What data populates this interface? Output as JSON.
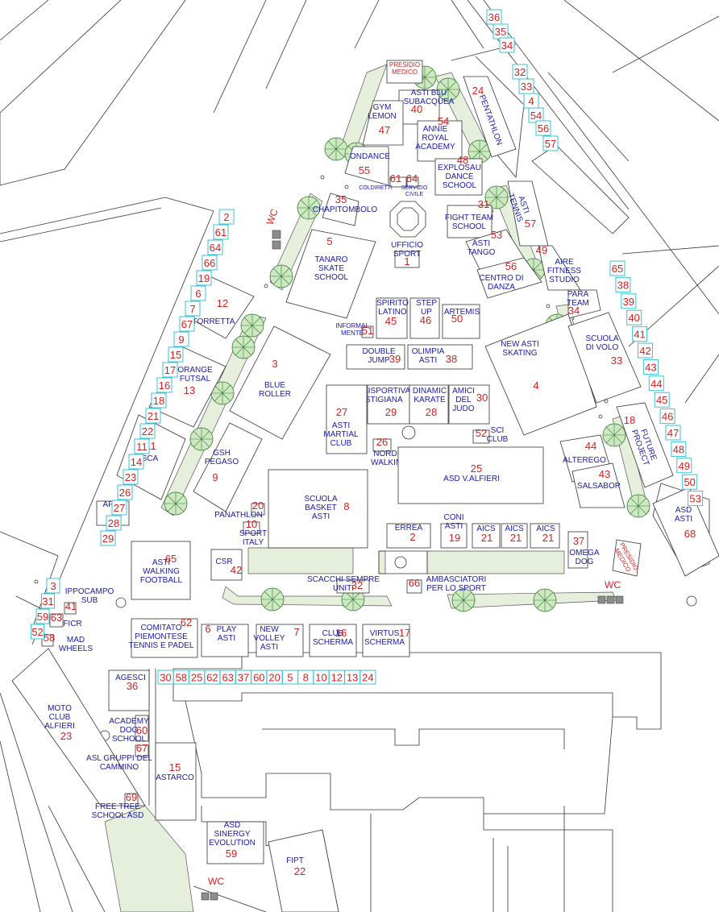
{
  "colors": {
    "name": "#1a1aa6",
    "num": "#d61f1f",
    "outline": "#333333",
    "stall": "#39c3d6",
    "green": "#e6efdc",
    "tree": "#2f7d32",
    "wc": "#8c8c8c"
  },
  "wc_label": "WC",
  "areas": [
    {
      "key": "presidio-top",
      "name": "PRESIDIO MEDICO",
      "num": ""
    },
    {
      "key": "asti-blu",
      "name": "ASTI BLU SUBACQUEA",
      "num": "40"
    },
    {
      "key": "pentathlon",
      "name": "PENTATHLON",
      "num": "24"
    },
    {
      "key": "gym-lemon",
      "name": "GYM LEMON",
      "num": "47"
    },
    {
      "key": "annie",
      "name": "ANNIE ROYAL ACADEMY",
      "num": "54"
    },
    {
      "key": "ondance",
      "name": "ONDANCE",
      "num": "55"
    },
    {
      "key": "explosau",
      "name": "EXPLOSAU DANCE SCHOOL",
      "num": "48"
    },
    {
      "key": "coldiretti",
      "name": "COLDIRETTI",
      "num": "61"
    },
    {
      "key": "servizio-civile",
      "name": "SERVIZIO CIVILE",
      "num": "64"
    },
    {
      "key": "chapitombolo",
      "name": "CHAPITOMBOLO",
      "num": "35"
    },
    {
      "key": "asti-tennis",
      "name": "ASTI TENNIS",
      "num": "57"
    },
    {
      "key": "fight-team",
      "name": "FIGHT TEAM SCHOOL",
      "num": "31"
    },
    {
      "key": "ufficio-sport",
      "name": "UFFICIO SPORT",
      "num": "1"
    },
    {
      "key": "tanaro",
      "name": "TANARO SKATE SCHOOL",
      "num": "5"
    },
    {
      "key": "asti-tango",
      "name": "ASTI TANGO",
      "num": "53"
    },
    {
      "key": "centro-danza",
      "name": "CENTRO DI DANZA",
      "num": "56"
    },
    {
      "key": "aire-fitness",
      "name": "AIRE FITNESS STUDIO",
      "num": "49"
    },
    {
      "key": "para-team",
      "name": "PARA TEAM",
      "num": "34"
    },
    {
      "key": "torretta",
      "name": "TORRETTA",
      "num": "12"
    },
    {
      "key": "spirito-latino",
      "name": "SPIRITO LATINO",
      "num": "45"
    },
    {
      "key": "step-up",
      "name": "STEP UP",
      "num": "46"
    },
    {
      "key": "artemis",
      "name": "ARTEMIS",
      "num": "50"
    },
    {
      "key": "informal-mente",
      "name": "INFORMAL MENTE",
      "num": "51"
    },
    {
      "key": "double-jump",
      "name": "DOUBLE JUMP",
      "num": "39"
    },
    {
      "key": "olimpia-asti",
      "name": "OLIMPIA ASTI",
      "num": "38"
    },
    {
      "key": "new-asti-skating",
      "name": "NEW ASTI SKATING",
      "num": "4"
    },
    {
      "key": "scuola-volo",
      "name": "SCUOLA DI VOLO",
      "num": "33"
    },
    {
      "key": "blue-roller",
      "name": "BLUE ROLLER",
      "num": "3"
    },
    {
      "key": "orange-futsal",
      "name": "ORANGE FUTSAL",
      "num": "13"
    },
    {
      "key": "polisportiva",
      "name": "POLISPORTIVA ASTIGIANA",
      "num": "29"
    },
    {
      "key": "dinamic-karate",
      "name": "DINAMIC KARATE",
      "num": "28"
    },
    {
      "key": "amici-judo",
      "name": "AMICI DEL JUDO",
      "num": "30"
    },
    {
      "key": "asti-martial",
      "name": "ASTI MARTIAL CLUB",
      "num": "27"
    },
    {
      "key": "sci-club",
      "name": "SCI CLUB",
      "num": "52"
    },
    {
      "key": "future-project",
      "name": "FUTURE PROJECT",
      "num": "18"
    },
    {
      "key": "sca",
      "name": "SCA",
      "num": "11"
    },
    {
      "key": "gsh-pegaso",
      "name": "GSH PEGASO",
      "num": "9"
    },
    {
      "key": "nordic-walking",
      "name": "NORDIC WALKING",
      "num": "26"
    },
    {
      "key": "alterego",
      "name": "ALTEREGO",
      "num": "44"
    },
    {
      "key": "asd-valfieri",
      "name": "ASD V.ALFIERI",
      "num": "25"
    },
    {
      "key": "salsabor",
      "name": "SALSABOR",
      "num": "43"
    },
    {
      "key": "aft",
      "name": "AFT",
      "num": "14"
    },
    {
      "key": "scuola-basket",
      "name": "SCUOLA BASKET ASTI",
      "num": "8"
    },
    {
      "key": "panathlon",
      "name": "PANATHLON",
      "num": "20"
    },
    {
      "key": "sport-italy",
      "name": "SPORT ITALY",
      "num": "10"
    },
    {
      "key": "asd-asti",
      "name": "ASD ASTI",
      "num": "68"
    },
    {
      "key": "errea",
      "name": "ERREA",
      "num": "2"
    },
    {
      "key": "coni-asti",
      "name": "CONI ASTI",
      "num": "19"
    },
    {
      "key": "aics1",
      "name": "AICS",
      "num": "21"
    },
    {
      "key": "aics2",
      "name": "AICS",
      "num": "21"
    },
    {
      "key": "aics3",
      "name": "AICS",
      "num": "21"
    },
    {
      "key": "omega-dog",
      "name": "OMEGA DOG",
      "num": "37"
    },
    {
      "key": "presidio-right",
      "name": "PRESIDIO MEDICO",
      "num": ""
    },
    {
      "key": "asti-walking",
      "name": "ASTI WALKING FOOTBALL",
      "num": "65"
    },
    {
      "key": "csr",
      "name": "CSR",
      "num": "42"
    },
    {
      "key": "scacchi",
      "name": "SCACCHI SEMPRE UNITI",
      "num": "32"
    },
    {
      "key": "ambasciatori",
      "name": "AMBASCIATORI PER LO SPORT",
      "num": "66"
    },
    {
      "key": "ippocampo",
      "name": "IPPOCAMPO SUB",
      "num": "41"
    },
    {
      "key": "ficr",
      "name": "FICR",
      "num": "63"
    },
    {
      "key": "mad-wheels",
      "name": "MAD WHEELS",
      "num": "58"
    },
    {
      "key": "comitato",
      "name": "COMITATO PIEMONTESE TENNIS E PADEL",
      "num": "62"
    },
    {
      "key": "play-asti",
      "name": "PLAY ASTI",
      "num": "6"
    },
    {
      "key": "new-volley",
      "name": "NEW VOLLEY ASTI",
      "num": "7"
    },
    {
      "key": "club-scherma",
      "name": "CLUB SCHERMA",
      "num": "16"
    },
    {
      "key": "virtus-scherma",
      "name": "VIRTUS SCHERMA",
      "num": "17"
    },
    {
      "key": "agesci",
      "name": "AGESCI",
      "num": "36"
    },
    {
      "key": "moto-club",
      "name": "MOTO CLUB ALFIERI",
      "num": "23"
    },
    {
      "key": "academy-dog",
      "name": "ACADEMY DOG SCHOOL",
      "num": "60"
    },
    {
      "key": "asl",
      "name": "ASL GRUPPI DEL CAMMINO",
      "num": "67"
    },
    {
      "key": "astarco",
      "name": "ASTARCO",
      "num": "15"
    },
    {
      "key": "free-tree",
      "name": "FREE TREE SCHOOL ASD",
      "num": "69"
    },
    {
      "key": "sinergy",
      "name": "ASD SINERGY EVOLUTION",
      "num": "59"
    },
    {
      "key": "fipt",
      "name": "FIPT",
      "num": "22"
    }
  ],
  "stalls": {
    "top_right": [
      "36",
      "35",
      "34",
      "32",
      "33",
      "4",
      "54",
      "56",
      "57"
    ],
    "right": [
      "65",
      "38",
      "39",
      "40",
      "41",
      "42",
      "43",
      "44",
      "45",
      "46",
      "47",
      "48",
      "49",
      "50",
      "53"
    ],
    "left": [
      "2",
      "61",
      "64",
      "66",
      "19",
      "6",
      "7",
      "67",
      "9",
      "15",
      "17",
      "16",
      "18",
      "21",
      "22",
      "11",
      "14",
      "23",
      "26",
      "27",
      "28",
      "29"
    ],
    "bottom_left": [
      "3",
      "31",
      "59",
      "52"
    ],
    "bottom_row": [
      "30",
      "58",
      "25",
      "62",
      "63",
      "37",
      "60",
      "20",
      "5",
      "8",
      "10",
      "12",
      "13",
      "24"
    ]
  }
}
